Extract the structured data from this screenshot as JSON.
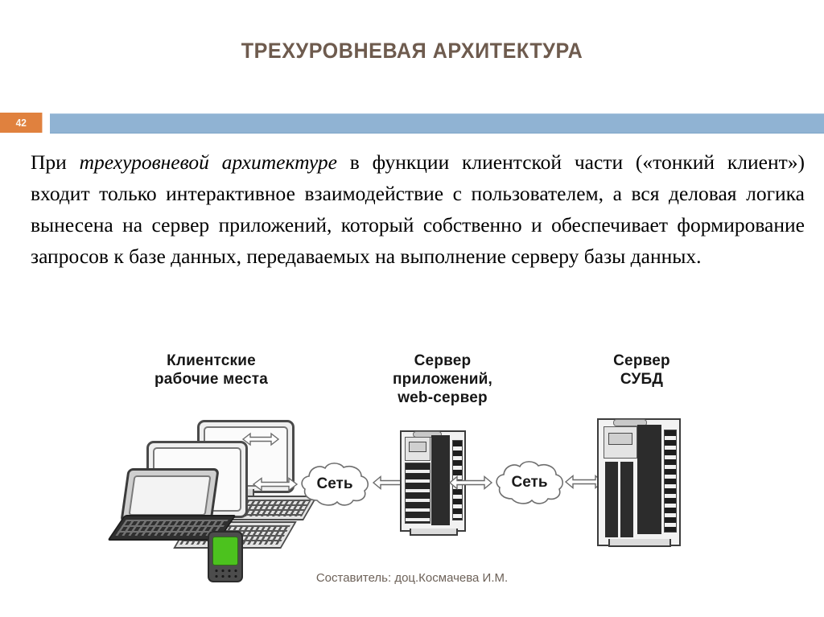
{
  "slide": {
    "number": "42",
    "title": "ТРЕХУРОВНЕВАЯ АРХИТЕКТУРА",
    "credit": "Составитель: доц.Космачева И.М.",
    "colors": {
      "title": "#6e5b4e",
      "badge": "#e0813e",
      "badge_text": "#fdf6ee",
      "band": "#90b3d3",
      "background": "#ffffff",
      "body_text": "#000000",
      "credit_text": "#6d6259",
      "pda_screen": "#4cc21e"
    }
  },
  "body": {
    "part1": "При ",
    "emphasis": "трехуровневой архитектуре",
    "part2": " в функции клиентской части («тонкий клиент») входит только интерактивное взаимодействие с пользователем, а вся деловая логика вынесена на сервер приложений, который собственно и обеспечивает формирование запросов к базе данных, передаваемых на выполнение серверу базы данных."
  },
  "diagram": {
    "labels": {
      "clients": "Клиентские\nрабочие места",
      "app_server": "Сервер\nприложений,\nweb-сервер",
      "db_server": "Сервер\nСУБД"
    },
    "clouds": [
      {
        "label": "Сеть"
      },
      {
        "label": "Сеть"
      }
    ],
    "nodes": [
      {
        "name": "client-workstations",
        "items": [
          "monitor-back",
          "monitor-front",
          "keyboard-back",
          "keyboard-front",
          "laptop",
          "pda-device"
        ]
      },
      {
        "name": "application-web-server",
        "items": [
          "server-tower"
        ]
      },
      {
        "name": "dbms-server",
        "items": [
          "server-tower-large"
        ]
      }
    ],
    "connectors": [
      {
        "from": "client-workstations",
        "to": "network-cloud-1",
        "type": "double-arrow"
      },
      {
        "from": "network-cloud-1",
        "to": "application-web-server",
        "type": "double-arrow"
      },
      {
        "from": "application-web-server",
        "to": "network-cloud-2",
        "type": "double-arrow"
      },
      {
        "from": "network-cloud-2",
        "to": "dbms-server",
        "type": "double-arrow"
      }
    ]
  }
}
